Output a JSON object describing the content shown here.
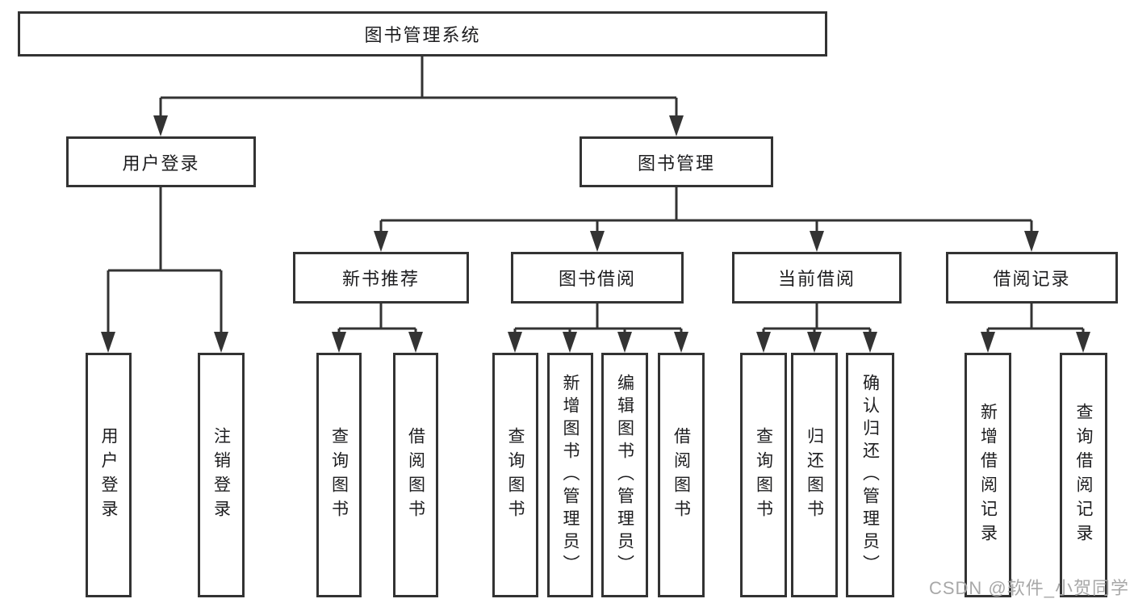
{
  "nodes": {
    "root": "图书管理系统",
    "user_login": "用户登录",
    "book_mgmt": "图书管理",
    "new_book": "新书推荐",
    "book_borrow": "图书借阅",
    "current_borrow": "当前借阅",
    "borrow_record": "借阅记录",
    "leaves": {
      "user_login": [
        "用户登录",
        "注销登录"
      ],
      "new_book": [
        "查询图书",
        "借阅图书"
      ],
      "book_borrow": [
        "查询图书",
        "新增图书（管理员）",
        "编辑图书（管理员）",
        "借阅图书"
      ],
      "current_borrow": [
        "查询图书",
        "归还图书",
        "确认归还（管理员）"
      ],
      "borrow_record": [
        "新增借阅记录",
        "查询借阅记录"
      ]
    }
  },
  "watermark": "CSDN @软件_小贺同学",
  "colors": {
    "line": "#333333",
    "text": "#1d1d1f",
    "watermark": "#a8a8a8",
    "background": "#ffffff"
  }
}
